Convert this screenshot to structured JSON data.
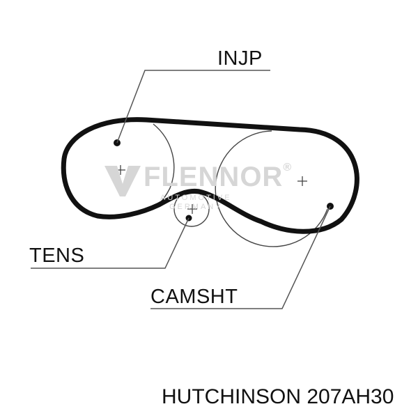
{
  "labels": {
    "injp": "INJP",
    "tens": "TENS",
    "camsht": "CAMSHT"
  },
  "caption": "HUTCHINSON 207AH30",
  "watermark": {
    "brand": "FLENNOR",
    "registered": "®",
    "subtitle_line1": "AUTOMOTIVE",
    "subtitle_line2": "GERMANY"
  },
  "colors": {
    "belt": "#111111",
    "leader": "#555555",
    "pulley": "#444444",
    "watermark": "#d6d6d6"
  }
}
